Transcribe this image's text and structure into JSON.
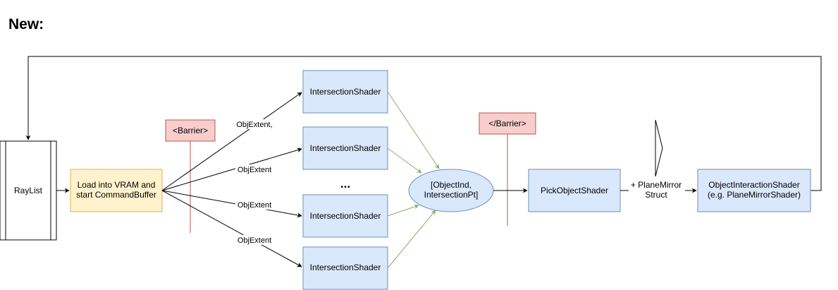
{
  "heading": "New:",
  "nodes": {
    "raylist": "RayList",
    "load": [
      "Load into VRAM and",
      "start CommandBuffer"
    ],
    "barrier_open": "<Barrier>",
    "barrier_close": "</Barrier>",
    "intersection_1": "IntersectionShader",
    "intersection_2": "IntersectionShader",
    "intersection_3": "IntersectionShader",
    "intersection_4": "IntersectionShader",
    "ellipsis": "...",
    "object_ind": [
      "[ObjectInd,",
      "IntersectionPt]"
    ],
    "pick": "PickObjectShader",
    "interaction": [
      "ObjectInteractionShader",
      "(e.g. PlaneMirrorShader)"
    ]
  },
  "edge_labels": {
    "objextent_1": "ObjExtent,",
    "objextent_2": "ObjExtent",
    "objextent_3": "ObjExtent",
    "objextent_4": "ObjExtent",
    "plane_mirror": [
      "+ PlaneMirror",
      "Struct"
    ]
  },
  "colors": {
    "blue_fill": "#dae8fc",
    "blue_stroke": "#6c8ebf",
    "yellow_fill": "#fff2cc",
    "yellow_stroke": "#d6b656",
    "red_fill": "#f8cecc",
    "red_stroke": "#b85450",
    "green_edge": "#82b366"
  }
}
